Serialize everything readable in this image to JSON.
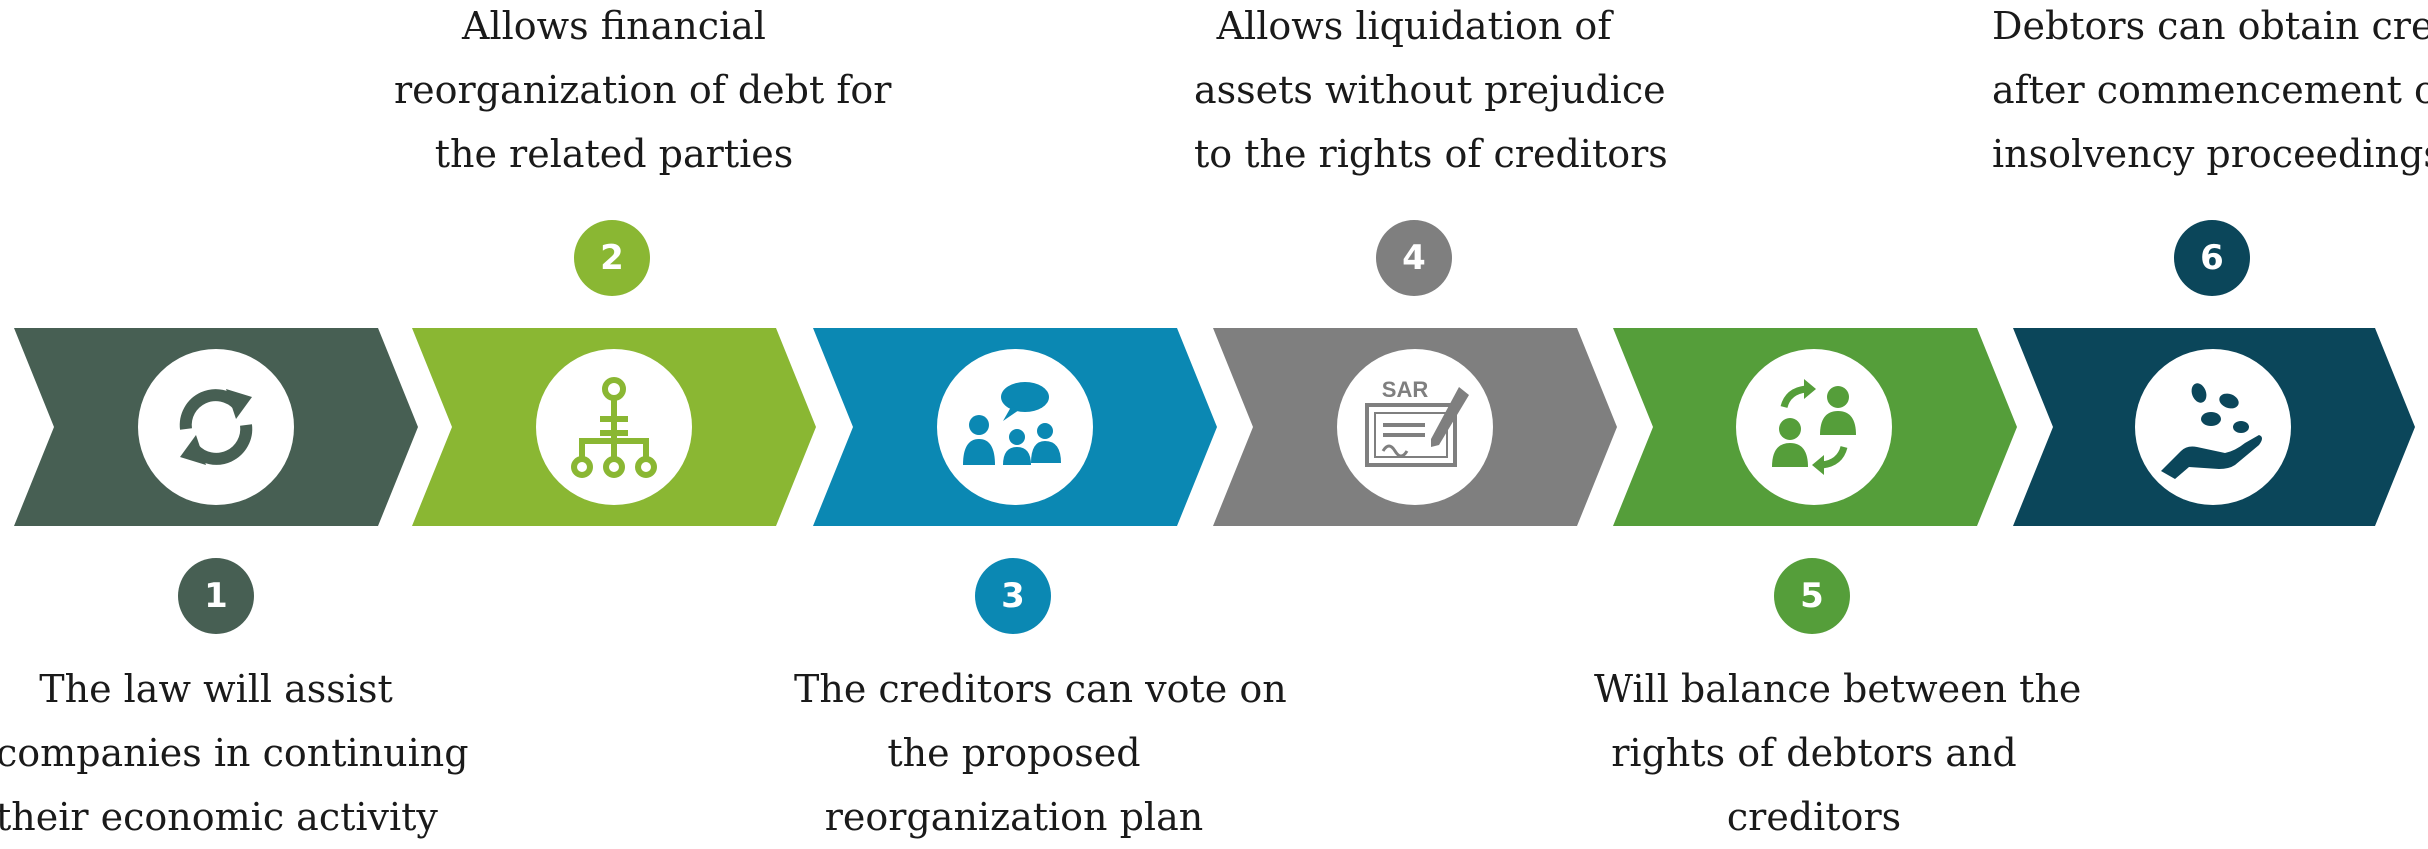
{
  "steps": [
    {
      "number": "1",
      "color": "#475f53",
      "icon": "refresh-icon",
      "lines": [
        "The law will assist",
        "companies in continuing",
        "their economic activity"
      ]
    },
    {
      "number": "2",
      "color": "#8ab733",
      "icon": "hierarchy-icon",
      "lines": [
        "Allows financial",
        "reorganization of debt for",
        "the related parties"
      ]
    },
    {
      "number": "3",
      "color": "#0b88b3",
      "icon": "meeting-discussion-icon",
      "lines": [
        "The creditors can vote on",
        "the proposed",
        "reorganization plan"
      ]
    },
    {
      "number": "4",
      "color": "#7f7f7f",
      "icon": "sar-document-signature-icon",
      "icon_text": "SAR",
      "lines": [
        "Allows liquidation of",
        "assets without  prejudice",
        "to the rights of creditors"
      ]
    },
    {
      "number": "5",
      "color": "#559e3a",
      "icon": "people-exchange-icon",
      "lines": [
        "Will balance between the",
        "rights of debtors and",
        "creditors"
      ]
    },
    {
      "number": "6",
      "color": "#0b465a",
      "icon": "hand-coins-icon",
      "lines": [
        "Debtors can obtain credit",
        "after commencement of",
        "insolvency proceedings"
      ]
    }
  ]
}
